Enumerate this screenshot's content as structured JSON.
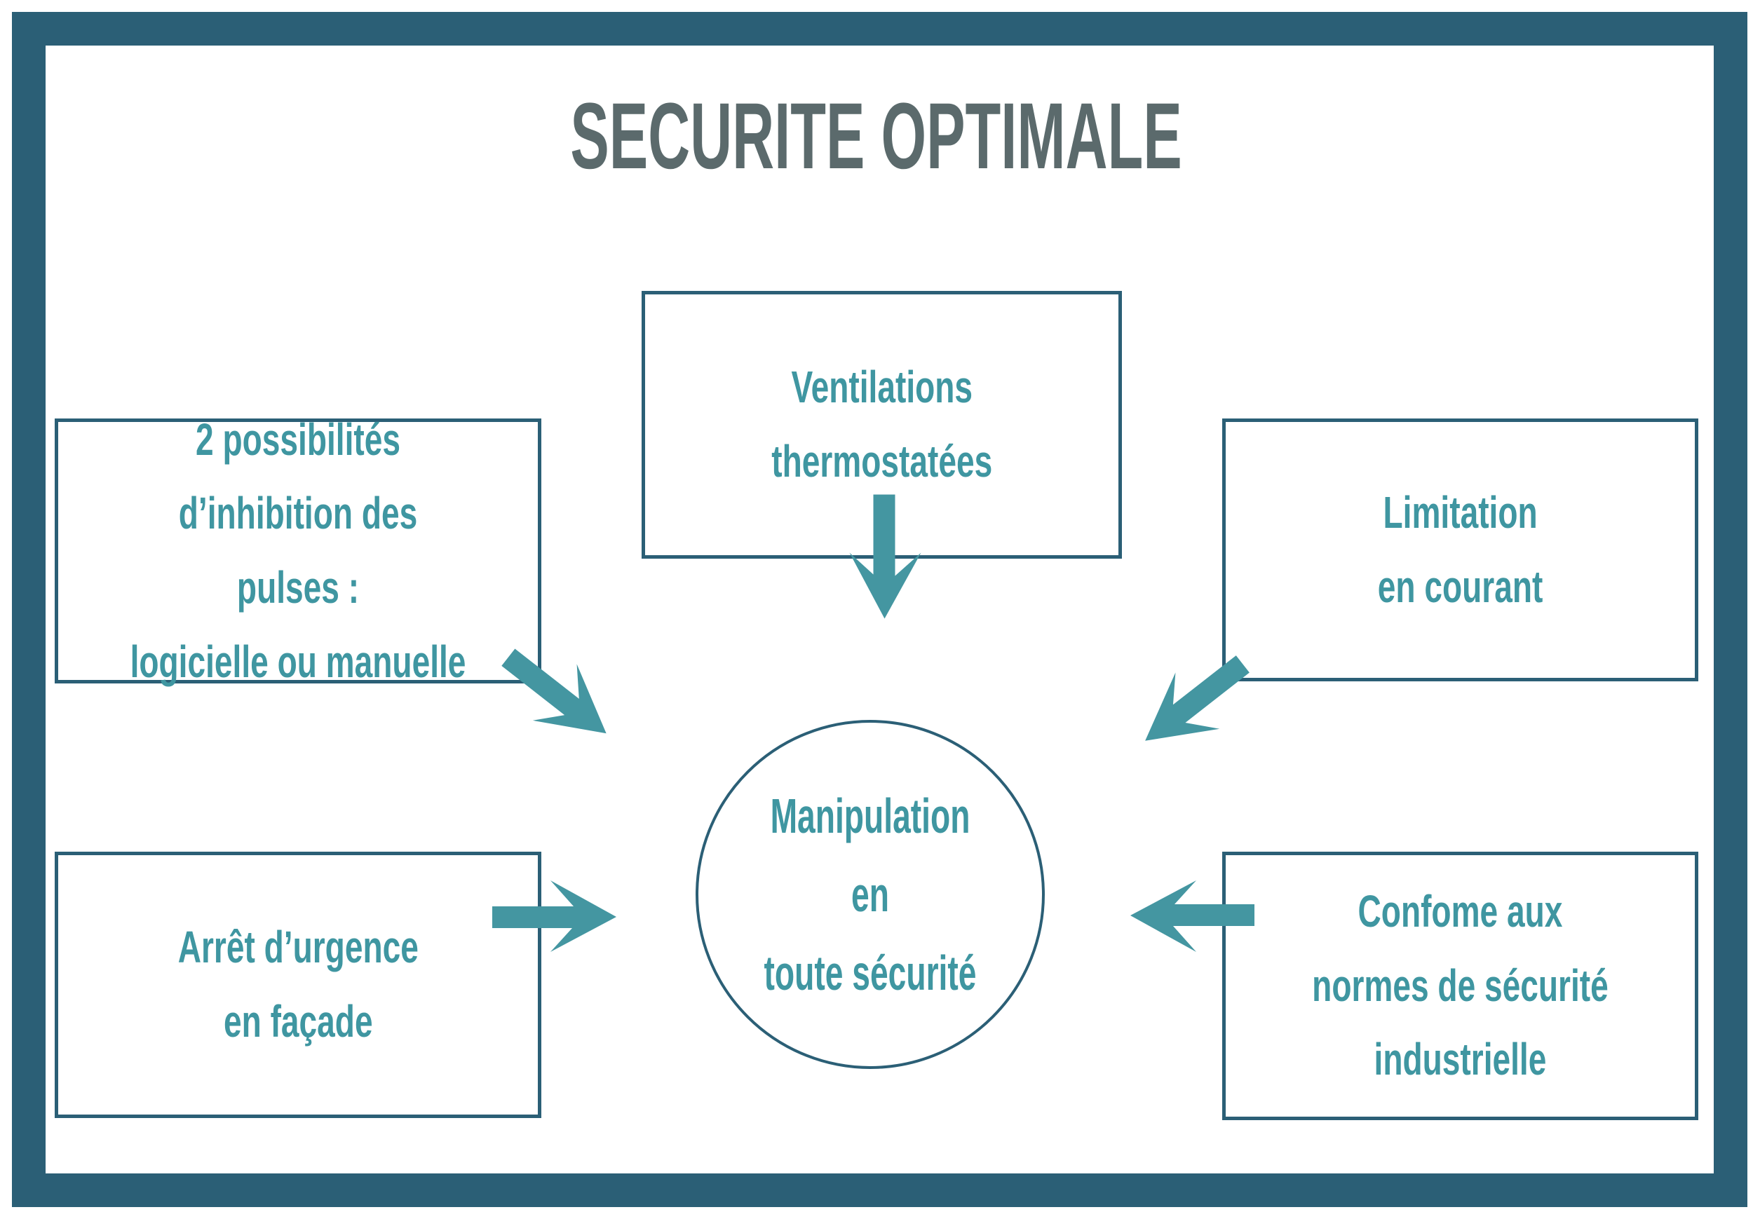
{
  "title": "SECURITE OPTIMALE",
  "colors": {
    "frame_border": "#2b5f76",
    "box_border": "#2b5f76",
    "text_teal": "#3f96a1",
    "arrow_teal": "#4496a1",
    "title_gray": "#5b6a6c",
    "background": "#ffffff"
  },
  "center": {
    "label": "Manipulation en\ntoute sécurité"
  },
  "boxes": [
    {
      "id": "inhibition",
      "label": "2 possibilités\nd’inhibition des pulses :\nlogicielle ou manuelle"
    },
    {
      "id": "ventilation",
      "label": "Ventilations\nthermostatées"
    },
    {
      "id": "limitation",
      "label": "Limitation\nen courant"
    },
    {
      "id": "arret",
      "label": "Arrêt d’urgence\nen façade"
    },
    {
      "id": "conformite",
      "label": "Confome aux\nnormes de sécurité\nindustrielle"
    }
  ],
  "arrows": [
    {
      "from": "inhibition",
      "to": "center",
      "direction": "down-right"
    },
    {
      "from": "ventilation",
      "to": "center",
      "direction": "down"
    },
    {
      "from": "limitation",
      "to": "center",
      "direction": "down-left"
    },
    {
      "from": "arret",
      "to": "center",
      "direction": "right"
    },
    {
      "from": "conformite",
      "to": "center",
      "direction": "left"
    }
  ]
}
